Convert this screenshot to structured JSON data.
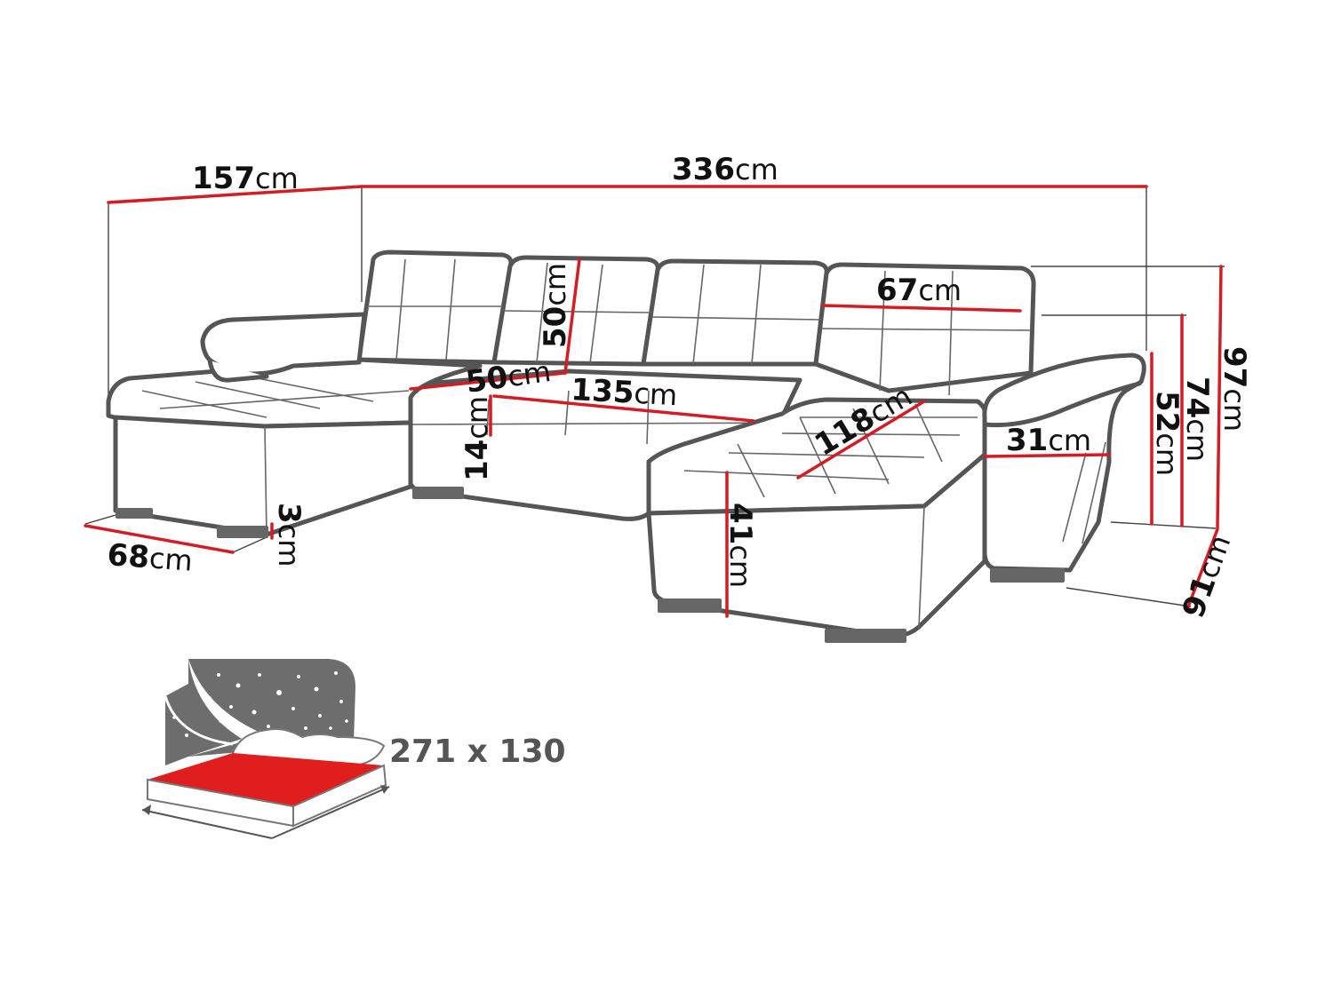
{
  "colors": {
    "measure": "#d41c24",
    "outline": "#555555",
    "bed_fill": "#e01e1e",
    "night_sky": "#6d6d6d",
    "label_gray": "#555555"
  },
  "dimensions": {
    "left_depth": {
      "value": "157",
      "unit": "cm"
    },
    "total_width": {
      "value": "336",
      "unit": "cm"
    },
    "seat_back_height": {
      "value": "50",
      "unit": "cm"
    },
    "seat_depth": {
      "value": "50",
      "unit": "cm"
    },
    "cushion_width": {
      "value": "67",
      "unit": "cm"
    },
    "seat_width": {
      "value": "135",
      "unit": "cm"
    },
    "chaise_length": {
      "value": "118",
      "unit": "cm"
    },
    "seat_thickness": {
      "value": "14",
      "unit": "cm"
    },
    "armrest_width": {
      "value": "31",
      "unit": "cm"
    },
    "seat_height": {
      "value": "41",
      "unit": "cm"
    },
    "chaise_width": {
      "value": "68",
      "unit": "cm"
    },
    "leg_height": {
      "value": "3",
      "unit": "cm"
    },
    "arm_seat_height": {
      "value": "52",
      "unit": "cm"
    },
    "armrest_height": {
      "value": "74",
      "unit": "cm"
    },
    "total_height": {
      "value": "97",
      "unit": "cm"
    },
    "total_depth": {
      "value": "91",
      "unit": "cm"
    }
  },
  "sleeping_area": {
    "icon": "bed-night-icon",
    "label": "271 x 130"
  }
}
